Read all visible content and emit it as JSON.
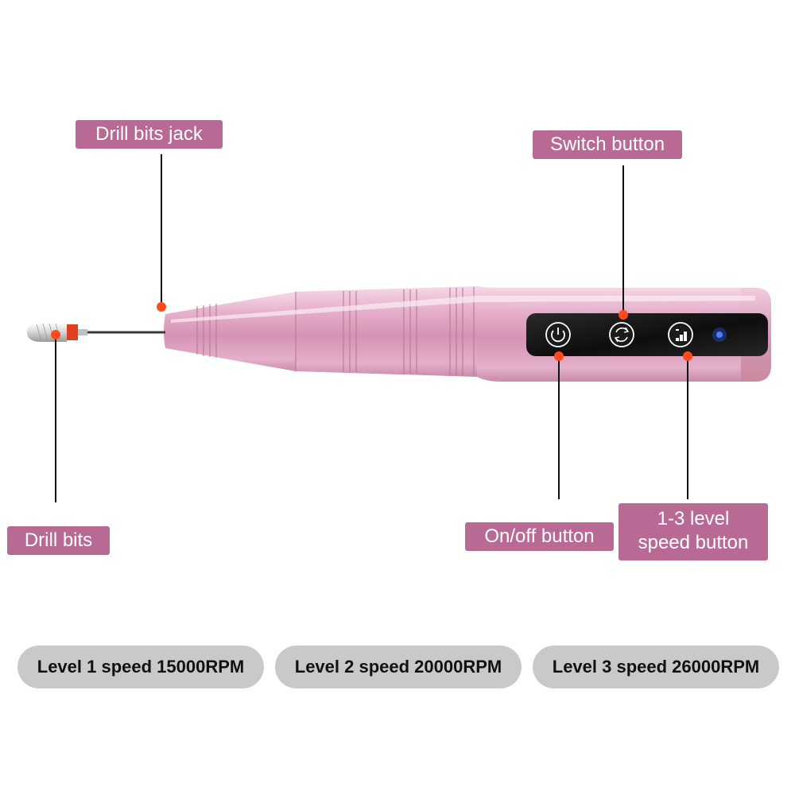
{
  "callouts": {
    "drill_bits_jack": "Drill bits jack",
    "switch_button": "Switch button",
    "drill_bits": "Drill bits",
    "on_off_button": "On/off button",
    "speed_button_line1": "1-3 level",
    "speed_button_line2": "speed button"
  },
  "speed_levels": [
    {
      "label": "Level 1 speed 15000RPM"
    },
    {
      "label": "Level 2 speed 20000RPM"
    },
    {
      "label": "Level 3 speed 26000RPM"
    }
  ],
  "colors": {
    "callout_bg": "#b96a94",
    "pen_body": "#e2a9c6",
    "control_panel": "#1a1a1a",
    "marker_dot": "#ff4a1c",
    "indicator_led": "#2a5cff",
    "pill_bg": "#c9c9c9"
  },
  "icons": [
    "power-icon",
    "rotate-icon",
    "speed-level-icon",
    "led-indicator-icon"
  ]
}
